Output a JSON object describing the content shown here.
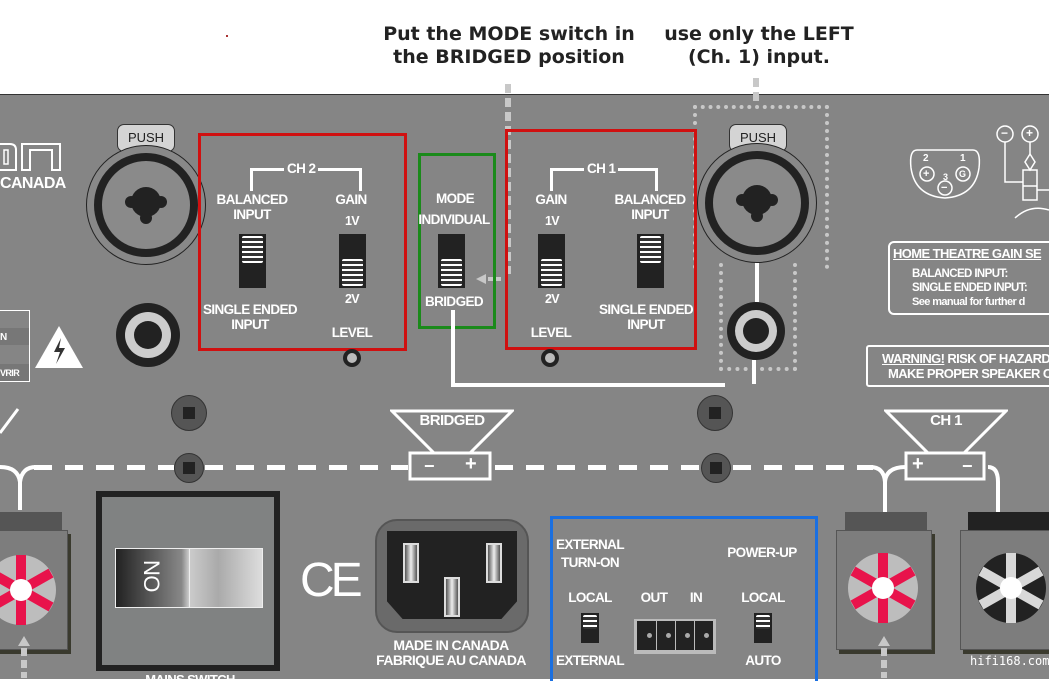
{
  "captions": {
    "mode_instruction": [
      "Put the MODE switch in",
      "the BRIDGED position"
    ],
    "input_instruction": [
      "use only the LEFT",
      "(Ch. 1) input."
    ]
  },
  "panel": {
    "brand_fragment": "CANADA",
    "ch2": {
      "title": "CH 2",
      "balanced_label": [
        "BALANCED",
        "INPUT"
      ],
      "single_ended_label": [
        "SINGLE ENDED",
        "INPUT"
      ],
      "gain_label": "GAIN",
      "gain_high": "1V",
      "gain_low": "2V",
      "level_label": "LEVEL",
      "input_switch_position": "BALANCED INPUT",
      "gain_switch_position": "2V"
    },
    "mode": {
      "title": "MODE",
      "option_top": "INDIVIDUAL",
      "option_bottom": "BRIDGED",
      "switch_position": "BRIDGED"
    },
    "ch1": {
      "title": "CH 1",
      "balanced_label": [
        "BALANCED",
        "INPUT"
      ],
      "single_ended_label": [
        "SINGLE ENDED",
        "INPUT"
      ],
      "gain_label": "GAIN",
      "gain_high": "1V",
      "gain_low": "2V",
      "level_label": "LEVEL",
      "input_switch_position": "BALANCED INPUT",
      "gain_switch_position": "2V"
    },
    "push_label": "PUSH",
    "xlr_pins": {
      "pin1": "1",
      "pin2": "2",
      "pin3": "3",
      "pin1_symbol": "G",
      "pin2_symbol": "+",
      "pin3_symbol": "−"
    },
    "trs_symbols": {
      "minus": "−",
      "plus": "+"
    },
    "home_theatre": {
      "title": "HOME THEATRE GAIN SE",
      "lines": [
        "BALANCED INPUT:",
        "SINGLE ENDED INPUT:",
        "See manual for further d"
      ]
    },
    "warning": {
      "title": "WARNING!",
      "line1": "RISK OF HAZARDO",
      "line2": "MAKE PROPER SPEAKER CON"
    },
    "left_warning": {
      "line1": "N",
      "line2": "VRIR"
    },
    "bridged_speaker": {
      "label": "BRIDGED",
      "minus": "−",
      "plus": "+"
    },
    "ch1_speaker": {
      "label": "CH 1",
      "plus": "+",
      "minus": "−"
    },
    "mains": {
      "switch_text": "ON",
      "label": "MAINS SWITCH"
    },
    "ce_mark": "CE",
    "origin": [
      "MADE IN CANADA",
      "FABRIQUE AU CANADA"
    ],
    "ext_turn_on": {
      "title": [
        "EXTERNAL",
        "TURN-ON"
      ],
      "top": "LOCAL",
      "bottom": "EXTERNAL",
      "switch_position": "LOCAL"
    },
    "trigger": {
      "out": "OUT",
      "in": "IN"
    },
    "power_up": {
      "title": "POWER-UP",
      "top": "LOCAL",
      "bottom": "AUTO",
      "switch_position": "LOCAL"
    }
  },
  "watermark": "hifi168.com",
  "colors": {
    "panel": "#858585",
    "highlight_red": "#d01010",
    "highlight_green": "#1a8a1a",
    "highlight_blue": "#1a6fe0",
    "terminal_red": "#e8134b"
  }
}
